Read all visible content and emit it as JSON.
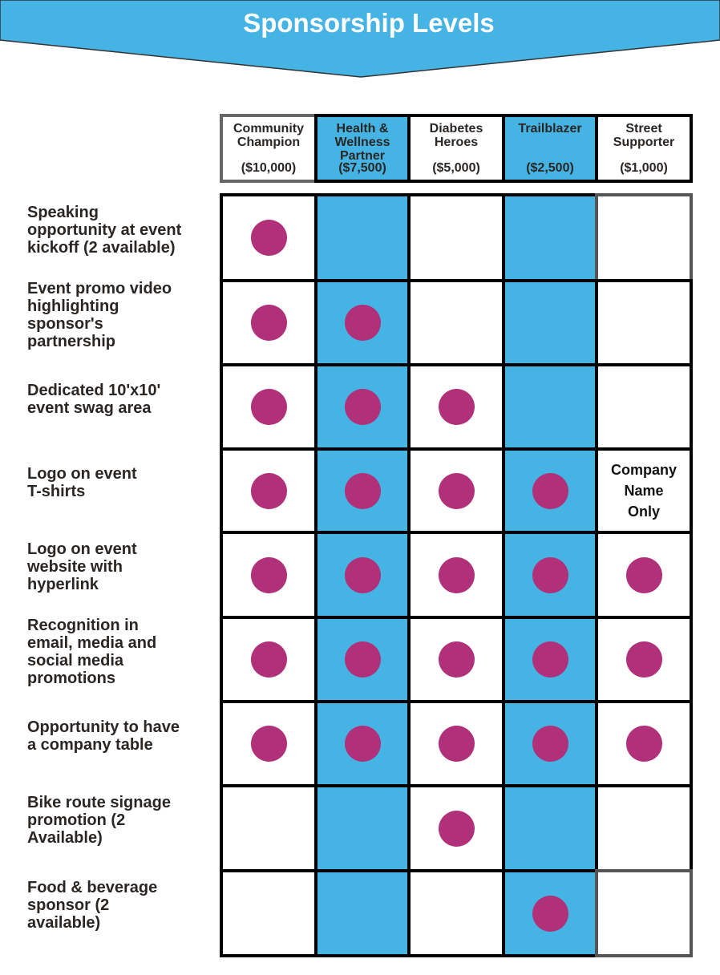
{
  "title": "Sponsorship Levels",
  "colors": {
    "blue": "#45b3e3",
    "dot": "#b0307a"
  },
  "levels": [
    {
      "name": "Community\nChampion",
      "price": "($10,000)"
    },
    {
      "name": "Health &\nWellness\nPartner",
      "price": "($7,500)"
    },
    {
      "name": "Diabetes\nHeroes",
      "price": "($5,000)"
    },
    {
      "name": "Trailblazer",
      "price": "($2,500)"
    },
    {
      "name": "Street\nSupporter",
      "price": "($1,000)"
    }
  ],
  "benefits": [
    {
      "label": "Speaking\nopportunity at event\nkickoff (2 available)",
      "included": [
        true,
        false,
        false,
        false,
        false
      ]
    },
    {
      "label": "Event promo video\nhighlighting\nsponsor's\npartnership",
      "included": [
        true,
        true,
        false,
        false,
        false
      ]
    },
    {
      "label": "Dedicated 10'x10'\nevent swag area",
      "included": [
        true,
        true,
        true,
        false,
        false
      ]
    },
    {
      "label": "Logo on event\nT-shirts",
      "included": [
        true,
        true,
        true,
        true,
        "Company\nName\nOnly"
      ]
    },
    {
      "label": "Logo on event\nwebsite with\nhyperlink",
      "included": [
        true,
        true,
        true,
        true,
        true
      ]
    },
    {
      "label": "Recognition in\nemail, media and\nsocial media\npromotions",
      "included": [
        true,
        true,
        true,
        true,
        true
      ]
    },
    {
      "label": "Opportunity to have\na company table",
      "included": [
        true,
        true,
        true,
        true,
        true
      ]
    },
    {
      "label": "Bike route signage\npromotion (2\nAvailable)",
      "included": [
        false,
        false,
        true,
        false,
        false
      ]
    },
    {
      "label": "Food & beverage\nsponsor (2\navailable)",
      "included": [
        false,
        false,
        false,
        true,
        false
      ]
    }
  ]
}
